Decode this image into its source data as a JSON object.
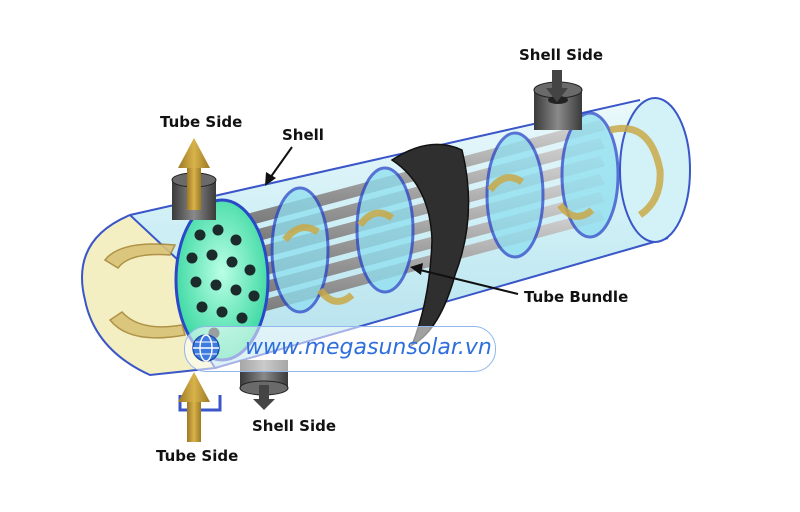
{
  "diagram": {
    "labels": {
      "tube_side_top": "Tube Side",
      "tube_side_bottom": "Tube Side",
      "shell_side_top": "Shell Side",
      "shell_side_bottom": "Shell Side",
      "shell": "Shell",
      "tube_bundle": "Tube Bundle"
    },
    "watermark": "www.megasunsolar.vn"
  },
  "colors": {
    "shell_fill": "#cdeef6",
    "shell_outline": "#3a56c8",
    "baffle": "#7fd6e6",
    "tubesheet": "#3ce0b0",
    "tube": "#9a9a9a",
    "flow_arrow": "#c9a948",
    "nozzle": "#555555",
    "band": "#333333"
  }
}
